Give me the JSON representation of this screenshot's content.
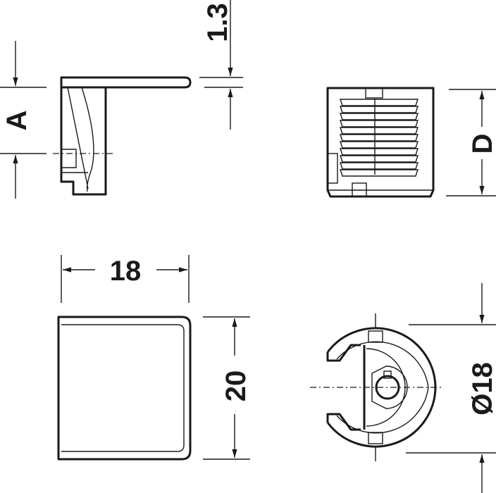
{
  "dimensions": {
    "thickness": "1.3",
    "side_height": "A",
    "depth": "D",
    "width": "18",
    "height": "20",
    "diameter": "Ø18"
  },
  "colors": {
    "line": "#1a1a1a",
    "background": "#ffffff"
  }
}
